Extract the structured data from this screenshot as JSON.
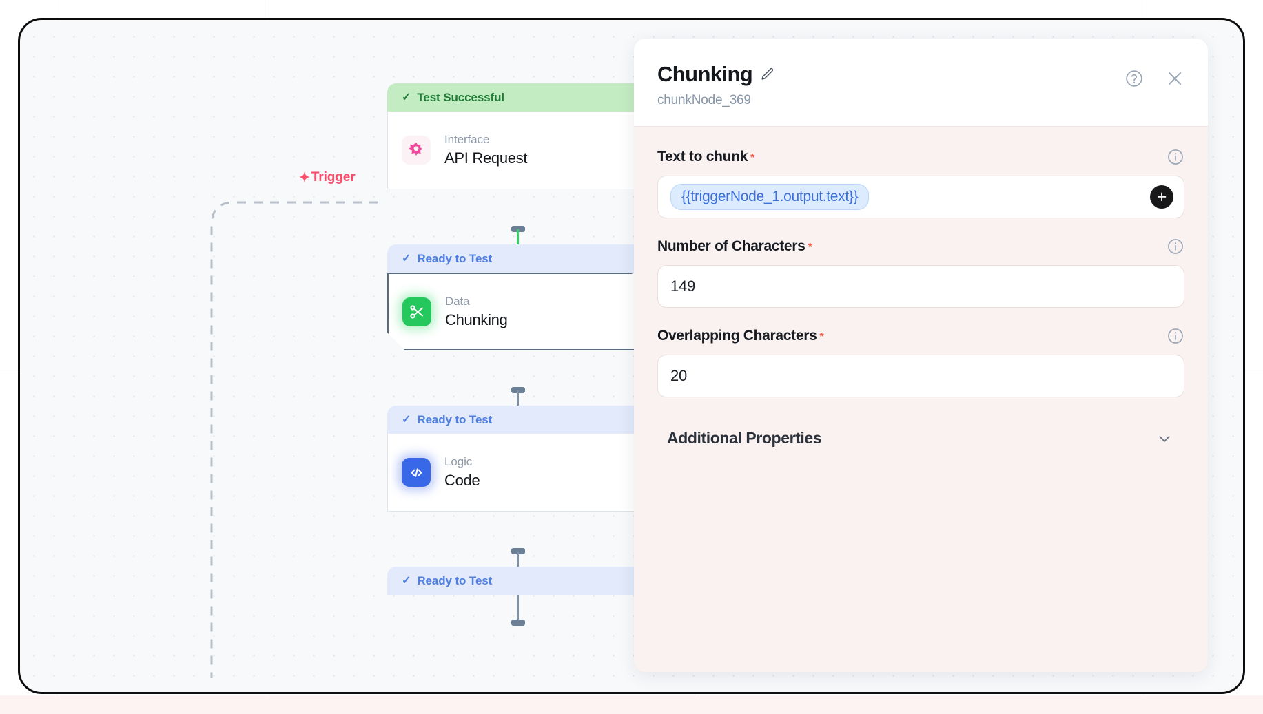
{
  "canvas": {
    "trigger_label": "Trigger",
    "trigger_icon": "lightning-bolt-icon",
    "nodes": [
      {
        "status": "Test Successful",
        "status_type": "success",
        "kind": "Interface",
        "title": "API Request",
        "icon": "api-star-icon",
        "selected": false
      },
      {
        "status": "Ready to Test",
        "status_type": "ready",
        "kind": "Data",
        "title": "Chunking",
        "icon": "scissors-icon",
        "selected": true
      },
      {
        "status": "Ready to Test",
        "status_type": "ready",
        "kind": "Logic",
        "title": "Code",
        "icon": "code-brackets-icon",
        "selected": false
      },
      {
        "status": "Ready to Test",
        "status_type": "ready",
        "kind": "",
        "title": "",
        "icon": "",
        "selected": false
      }
    ],
    "connector_colors": {
      "active": "#33d15f",
      "idle": "#8192a8"
    }
  },
  "panel": {
    "title": "Chunking",
    "subtitle": "chunkNode_369",
    "edit_icon": "pencil-icon",
    "help_icon": "question-circle-icon",
    "close_icon": "close-icon",
    "fields": [
      {
        "label": "Text to chunk",
        "required": "*",
        "value": "{{triggerNode_1.output.text}}",
        "type": "token",
        "add_label": "+"
      },
      {
        "label": "Number of Characters",
        "required": "*",
        "value": "149",
        "type": "number"
      },
      {
        "label": "Overlapping Characters",
        "required": "*",
        "value": "20",
        "type": "number"
      }
    ],
    "accordion": {
      "label": "Additional Properties",
      "chevron_icon": "chevron-down-icon"
    }
  },
  "colors": {
    "accent_trigger": "#fa4d6a",
    "success_bg": "#c4ecc3",
    "success_text": "#1f7a35",
    "ready_bg": "#e2eafb",
    "ready_text": "#4f7fe0",
    "panel_bg": "#faf1f1",
    "token_text": "#3c6fd8",
    "required_star": "#f4604a"
  }
}
